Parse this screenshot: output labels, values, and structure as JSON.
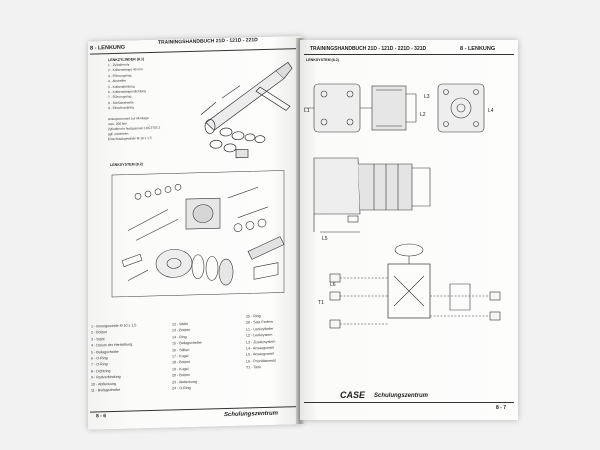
{
  "left_page": {
    "section": "8 - LENKUNG",
    "header_title": "TRAININGSHANDBUCH 21D - 121D - 221D",
    "parts_header": "LENKZYLINDER (8.1)",
    "cylinder_parts": [
      "1 - Zylinderrohr",
      "2 - Kolbenstange 40 mm",
      "3 - Führungsring",
      "4 - Abstreifer",
      "5 - Kolbendichtung",
      "6 - Kolbenstangendichtung",
      "7 - Führungsring",
      "8 - Schlüsselweite",
      "9 - Einschraubring"
    ],
    "notes": [
      "Anzugsmoment zur Montage",
      "max. 300 Nm",
      "Zylinderrohr festspannen   LOCTITE 2",
      "ggf. erwärmen",
      "Einschraubgewinde M 16 x 1,5"
    ],
    "system_label": "LENKSYSTEM (8.2)",
    "col1": [
      "1 - Innengewinde M 10 x 1,5",
      "2 - Bolzen",
      "3 - Stahl",
      "4 - Datum der Herstellung",
      "5 - Beilagscheibe",
      "6 - O-Ring",
      "7 - O-Ring",
      "8 - Dichtring",
      "9 - Radverbindung",
      "10 - Abdeckung",
      "11 - Beilagscheibe"
    ],
    "col2": [
      "12 - Welle",
      "13 - Bolzen",
      "14 - Ring",
      "15 - Beilagscheibe",
      "16 - Stiften",
      "17 - Kugel",
      "18 - Bolzen",
      "19 - Kugel",
      "20 - Bolzen",
      "23 - Abdeckung",
      "24 - O-Ring"
    ],
    "col3": [
      "25 - Ring",
      "26 - Satz Federn",
      "L1 - Lenkzylinder",
      "L2 - Lenksystem",
      "L3 - Zusatzsystem",
      "L4 - Ansaugventil",
      "L5 - Ansaugventil",
      "L6 - Prioritätsventil",
      "T1 - Tank"
    ],
    "page_number": "8 - 6",
    "footer": "Schulungszentrum"
  },
  "right_page": {
    "header_title": "TRAININGSHANDBUCH 21D - 121D - 221D - 321D",
    "section": "8 - LENKUNG",
    "sub": "LENKSYSTEM (8.2)",
    "labels": [
      "L1",
      "L2",
      "L3",
      "L4",
      "L5",
      "L6",
      "T1"
    ],
    "brand": "CASE",
    "footer": "Schulungszentrum",
    "page_number": "8 - 7"
  }
}
